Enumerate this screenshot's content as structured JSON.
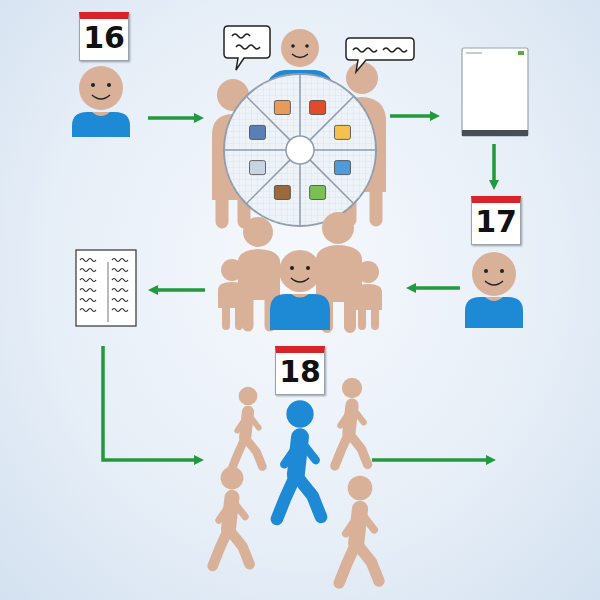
{
  "diagram": {
    "nodes": [
      {
        "text": [
          "16"
        ]
      },
      {
        "text": [
          "17"
        ]
      },
      {
        "text": [
          "18"
        ]
      }
    ]
  }
}
